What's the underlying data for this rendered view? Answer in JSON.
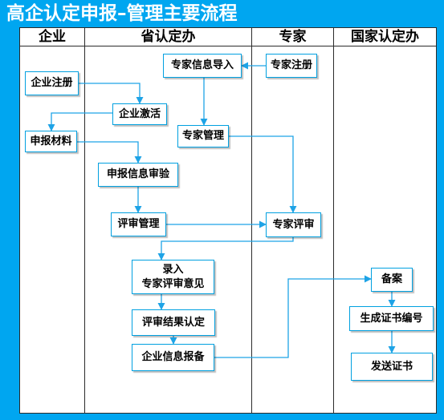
{
  "title": "高企认定申报–管理主要流程",
  "lanes": [
    "企业",
    "省认定办",
    "专家",
    "国家认定办"
  ],
  "nodes": {
    "expert_info_import": "专家信息导入",
    "expert_register": "专家注册",
    "company_register": "企业注册",
    "company_activate": "企业激活",
    "expert_manage": "专家管理",
    "apply_materials": "申报材料",
    "apply_review": "申报信息审验",
    "review_manage": "评审管理",
    "expert_review": "专家评审",
    "enter_line1": "录入",
    "enter_line2": "专家评审意见",
    "result_confirm": "评审结果认定",
    "company_report": "企业信息报备",
    "filing": "备案",
    "generate_cert": "生成证书编号",
    "send_cert": "发送证书"
  },
  "colors": {
    "frame": "#00a6f0",
    "node_border": "#00a0e0",
    "arrow": "#1ea3e6",
    "title_text": "#ffffff"
  }
}
